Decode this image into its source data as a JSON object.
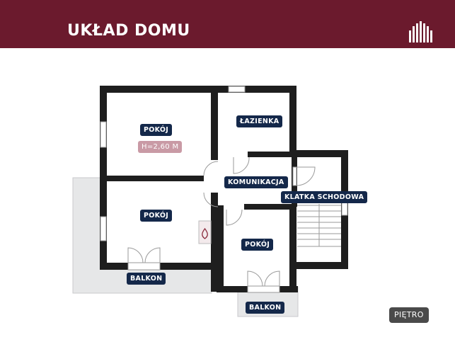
{
  "header": {
    "title": "UKŁAD DOMU",
    "logo_icon": "house-stripes-icon",
    "background": "#6b1a2d"
  },
  "rooms": {
    "pokoj_top_left": "POKÓJ",
    "height_label": "H=2,60 M",
    "lazienka": "ŁAZIENKA",
    "komunikacja": "KOMUNIKACJA",
    "klatka": "KLATKA SCHODOWA",
    "pokoj_mid_left": "POKÓJ",
    "pokoj_bottom_right": "POKÓJ",
    "balkon_left": "BALKON",
    "balkon_bottom": "BALKON"
  },
  "floor": "PIĘTRO",
  "colors": {
    "wall": "#1e1e1e",
    "balcony": "#e6e7e8",
    "label": "#14284a",
    "height_label": "#c99aa5",
    "fireplace": "#8a2a3c"
  }
}
